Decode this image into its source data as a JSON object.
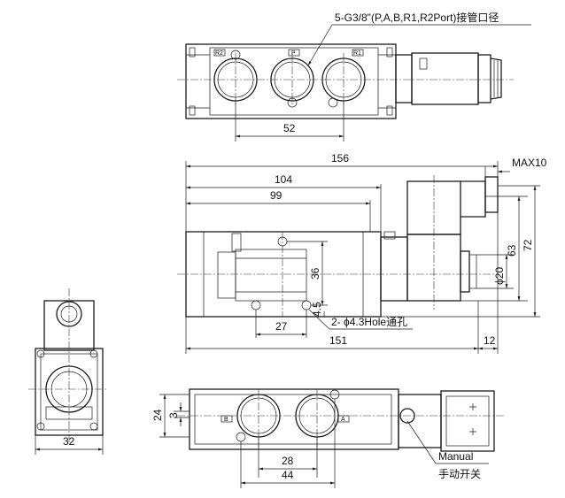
{
  "labels": {
    "port_callout": "5-G3/8\"(P,A,B,R1,R2Port)接管口径",
    "hole_callout": "2- ϕ4.3Hole通孔",
    "manual_en": "Manual",
    "manual_cn": "手动开关",
    "max10": "MAX10"
  },
  "ports": {
    "r2": "R2",
    "p": "P",
    "r1": "R1",
    "a": "A",
    "b": "B"
  },
  "dimensions": {
    "top_52": "52",
    "d156": "156",
    "d104": "104",
    "d99": "99",
    "d72": "72",
    "d63": "63",
    "d20": "ϕ20",
    "d36": "36",
    "d4_5": "4.5",
    "d27": "27",
    "d151": "151",
    "d12": "12",
    "d32": "32",
    "d24": "24",
    "d3": "3",
    "d28": "28",
    "d44": "44"
  }
}
